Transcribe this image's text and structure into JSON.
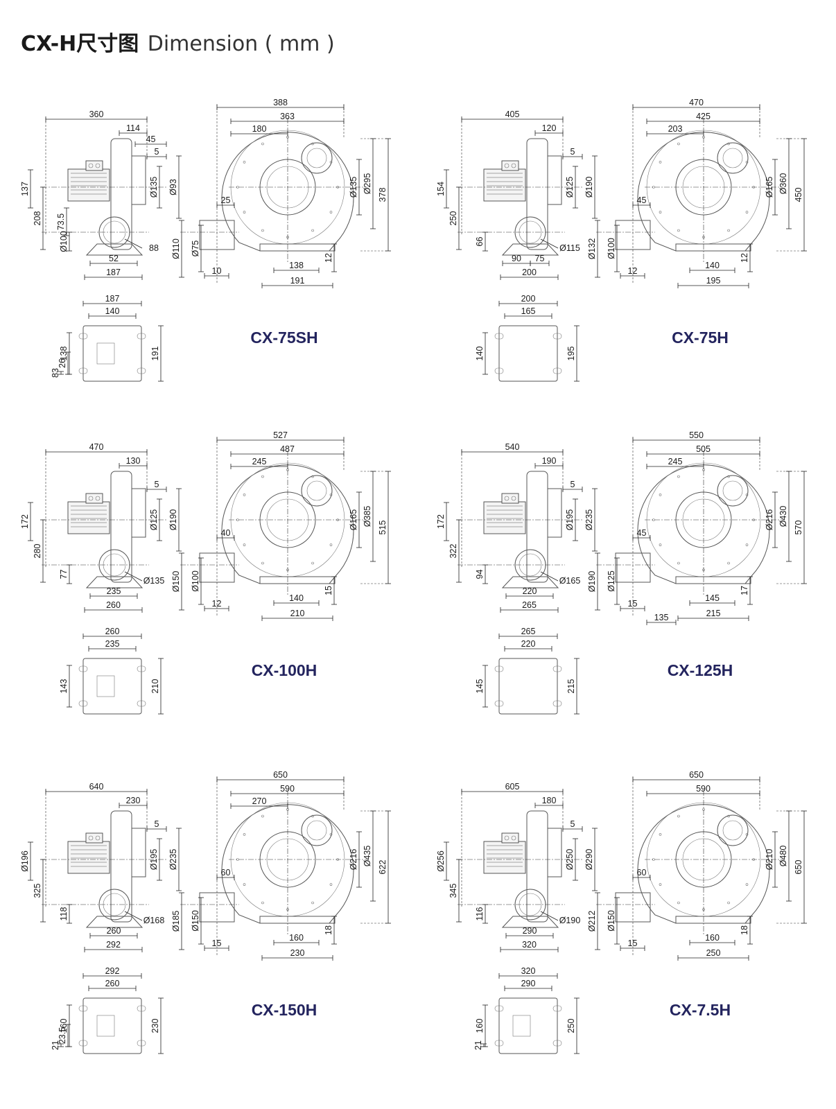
{
  "header": {
    "title_cn": "CX-H尺寸图",
    "title_en": "Dimension ( mm )"
  },
  "colors": {
    "model_label": "#23245e",
    "ink": "#1a1a1a",
    "line": "#333333"
  },
  "models": [
    {
      "id": "CX-75SH",
      "side": [
        "360",
        "114",
        "45",
        "5",
        "137",
        "208",
        "73.5",
        "Ø100",
        "Ø135",
        "Ø93",
        "88",
        "52",
        "187"
      ],
      "front": [
        "388",
        "363",
        "180",
        "25",
        "Ø135",
        "Ø295",
        "378",
        "Ø110",
        "Ø75",
        "10",
        "138",
        "12",
        "191"
      ],
      "base": [
        "187",
        "140",
        "138",
        "83",
        "26",
        "191"
      ]
    },
    {
      "id": "CX-75H",
      "side": [
        "405",
        "120",
        "5",
        "154",
        "250",
        "66",
        "Ø125",
        "Ø190",
        "Ø115",
        "90",
        "75",
        "200"
      ],
      "front": [
        "470",
        "425",
        "203",
        "45",
        "Ø165",
        "Ø360",
        "450",
        "Ø132",
        "Ø100",
        "12",
        "140",
        "12",
        "195"
      ],
      "base": [
        "200",
        "165",
        "140",
        "195"
      ]
    },
    {
      "id": "CX-100H",
      "side": [
        "470",
        "130",
        "5",
        "172",
        "280",
        "77",
        "Ø125",
        "Ø190",
        "Ø135",
        "235",
        "260"
      ],
      "front": [
        "527",
        "487",
        "245",
        "40",
        "Ø165",
        "Ø385",
        "515",
        "Ø150",
        "Ø100",
        "12",
        "140",
        "15",
        "210"
      ],
      "base": [
        "260",
        "235",
        "143",
        "210"
      ]
    },
    {
      "id": "CX-125H",
      "side": [
        "540",
        "190",
        "5",
        "172",
        "322",
        "94",
        "Ø195",
        "Ø235",
        "Ø165",
        "220",
        "265"
      ],
      "front": [
        "550",
        "505",
        "245",
        "45",
        "Ø216",
        "Ø430",
        "570",
        "Ø190",
        "Ø125",
        "15",
        "145",
        "17",
        "135",
        "215"
      ],
      "base": [
        "265",
        "220",
        "145",
        "215"
      ]
    },
    {
      "id": "CX-150H",
      "side": [
        "640",
        "230",
        "5",
        "Ø196",
        "325",
        "118",
        "Ø195",
        "Ø235",
        "Ø168",
        "260",
        "292"
      ],
      "front": [
        "650",
        "590",
        "270",
        "60",
        "Ø216",
        "Ø435",
        "622",
        "Ø185",
        "Ø150",
        "15",
        "160",
        "18",
        "230"
      ],
      "base": [
        "292",
        "260",
        "160",
        "21",
        "23.5",
        "230"
      ]
    },
    {
      "id": "CX-7.5H",
      "side": [
        "605",
        "180",
        "5",
        "Ø256",
        "345",
        "116",
        "Ø250",
        "Ø290",
        "Ø190",
        "290",
        "320"
      ],
      "front": [
        "650",
        "590",
        "60",
        "Ø210",
        "Ø480",
        "650",
        "Ø212",
        "Ø150",
        "15",
        "160",
        "18",
        "250"
      ],
      "base": [
        "320",
        "290",
        "160",
        "21",
        "250"
      ]
    }
  ]
}
